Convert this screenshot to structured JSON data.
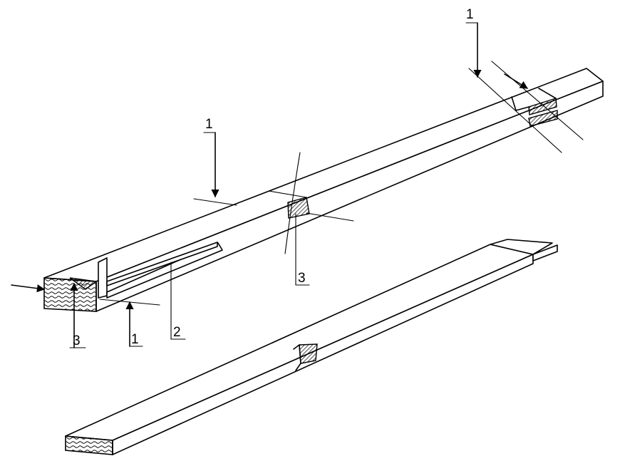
{
  "labels": {
    "top_right_1": "1",
    "mid_1": "1",
    "bottom_1": "1",
    "bottom_2": "2",
    "left_3": "3",
    "mid_3": "3"
  },
  "colors": {
    "stroke": "#000000",
    "background": "#ffffff"
  }
}
